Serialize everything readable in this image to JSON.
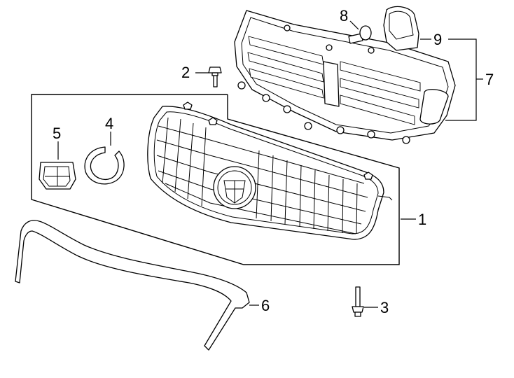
{
  "diagram": {
    "callouts": [
      {
        "id": "callout-1",
        "label": "1"
      },
      {
        "id": "callout-2",
        "label": "2"
      },
      {
        "id": "callout-3",
        "label": "3"
      },
      {
        "id": "callout-4",
        "label": "4"
      },
      {
        "id": "callout-5",
        "label": "5"
      },
      {
        "id": "callout-6",
        "label": "6"
      },
      {
        "id": "callout-7",
        "label": "7"
      },
      {
        "id": "callout-8",
        "label": "8"
      },
      {
        "id": "callout-9",
        "label": "9"
      }
    ],
    "parts": [
      {
        "callout": "1",
        "icon": "grille-assembly-icon"
      },
      {
        "callout": "2",
        "icon": "bolt-icon"
      },
      {
        "callout": "3",
        "icon": "stud-bolt-icon"
      },
      {
        "callout": "4",
        "icon": "emblem-ring-icon"
      },
      {
        "callout": "5",
        "icon": "emblem-icon"
      },
      {
        "callout": "6",
        "icon": "molding-strip-icon"
      },
      {
        "callout": "7",
        "icon": "shutter-assembly-icon"
      },
      {
        "callout": "8",
        "icon": "push-pin-icon"
      },
      {
        "callout": "9",
        "icon": "bracket-icon"
      }
    ],
    "line_color": "#000000",
    "background": "#ffffff"
  }
}
